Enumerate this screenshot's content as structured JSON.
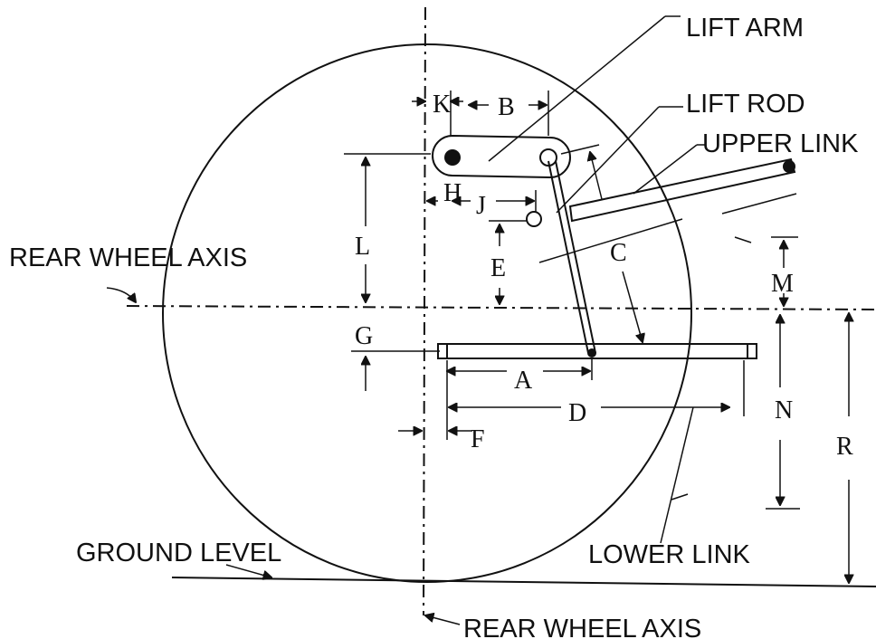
{
  "labels": {
    "lift_arm": "LIFT ARM",
    "lift_rod": "LIFT ROD",
    "upper_link": "UPPER LINK",
    "rear_wheel_axis_left": "REAR WHEEL AXIS",
    "rear_wheel_axis_bottom": "REAR WHEEL AXIS",
    "ground_level": "GROUND LEVEL",
    "lower_link": "LOWER LINK"
  },
  "dimensions": {
    "A": "A",
    "B": "B",
    "C": "C",
    "D": "D",
    "E": "E",
    "F": "F",
    "G": "G",
    "H": "H",
    "J": "J",
    "K": "K",
    "L": "L",
    "M": "M",
    "N": "N",
    "R": "R"
  }
}
